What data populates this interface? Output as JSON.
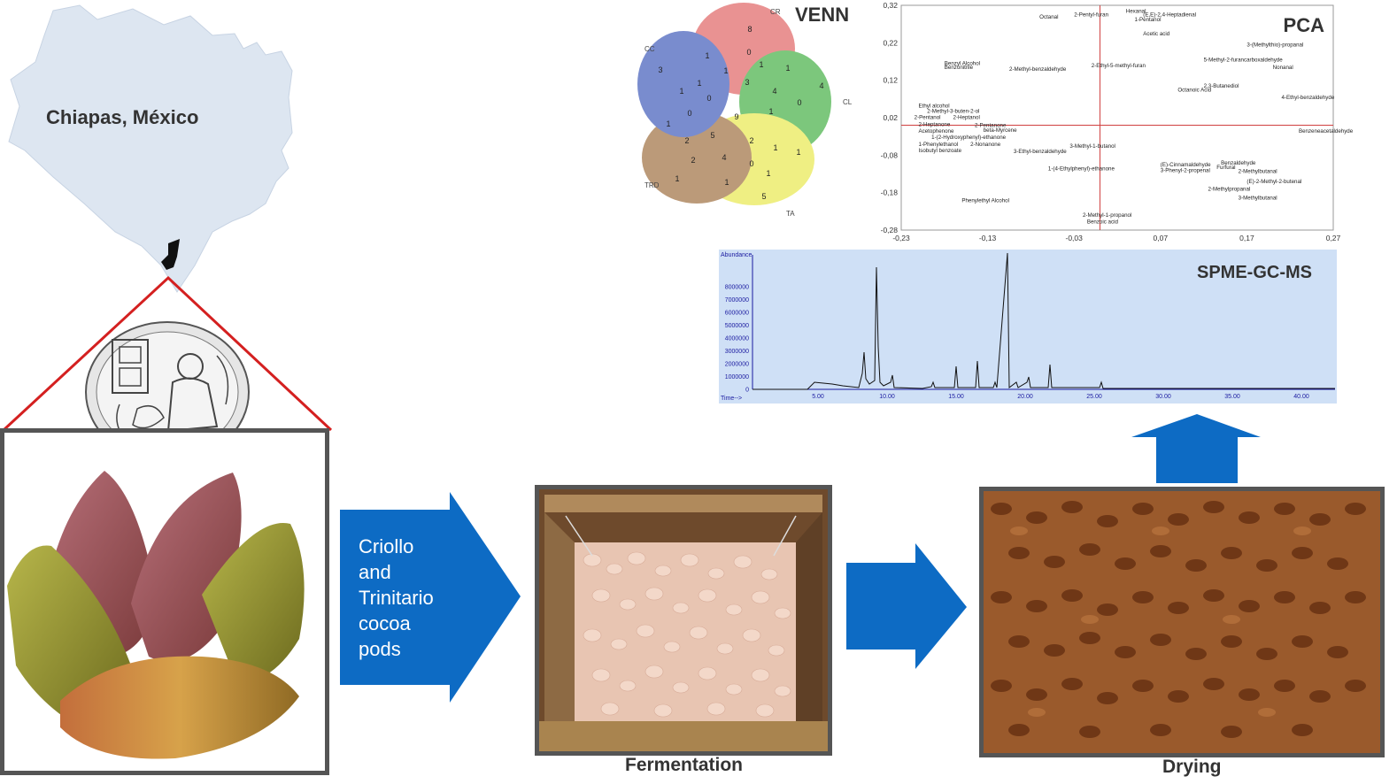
{
  "map": {
    "region_label": "Chiapas, México"
  },
  "flow": {
    "pods_label_lines": [
      "Criollo",
      "and",
      "Trinitario",
      "cocoa",
      "pods"
    ],
    "fermentation_label": "Fermentation",
    "drying_label": "Drying"
  },
  "venn": {
    "title": "VENN",
    "sets": [
      "CR",
      "CL",
      "TA",
      "TRD",
      "CC"
    ],
    "colors": {
      "CR": "#e06060",
      "CL": "#3fae3f",
      "TA": "#e8e84a",
      "TRD": "#9c6b3a",
      "CC": "#3b56b8"
    },
    "counts": [
      "8",
      "4",
      "5",
      "1",
      "3",
      "1",
      "0",
      "1",
      "1",
      "3",
      "4",
      "0",
      "1",
      "1",
      "1",
      "0",
      "9",
      "1",
      "0",
      "1",
      "2",
      "5",
      "2",
      "1",
      "2",
      "4",
      "0",
      "1",
      "1",
      "1"
    ]
  },
  "pca": {
    "title": "PCA",
    "x_ticks": [
      "-0,23",
      "-0,13",
      "-0,03",
      "0,07",
      "0,17",
      "0,27"
    ],
    "y_ticks": [
      "0,32",
      "0,22",
      "0,12",
      "0,02",
      "-0,08",
      "-0,18",
      "-0,28"
    ],
    "points": [
      {
        "label": "Hexanal",
        "x": 0.03,
        "y": 0.3
      },
      {
        "label": "(E,E)-2,4-Heptadienal",
        "x": 0.05,
        "y": 0.29
      },
      {
        "label": "1-Pentanol",
        "x": 0.04,
        "y": 0.277
      },
      {
        "label": "2-Pentyl-furan",
        "x": -0.03,
        "y": 0.29
      },
      {
        "label": "Octanal",
        "x": -0.07,
        "y": 0.284
      },
      {
        "label": "Acetic acid",
        "x": 0.05,
        "y": 0.24
      },
      {
        "label": "3-(Methylthio)-propanal",
        "x": 0.17,
        "y": 0.21
      },
      {
        "label": "5-Methyl-2-furancarboxaldehyde",
        "x": 0.12,
        "y": 0.17
      },
      {
        "label": "Nonanal",
        "x": 0.2,
        "y": 0.15
      },
      {
        "label": "Benzyl Alcohol",
        "x": -0.18,
        "y": 0.16
      },
      {
        "label": "Benzonitrile",
        "x": -0.18,
        "y": 0.15
      },
      {
        "label": "2-Methyl-benzaldehyde",
        "x": -0.105,
        "y": 0.145
      },
      {
        "label": "2-Ethyl-5-methyl-furan",
        "x": -0.01,
        "y": 0.155
      },
      {
        "label": "2,3-Butanediol",
        "x": 0.12,
        "y": 0.1
      },
      {
        "label": "Octanoic Acid",
        "x": 0.09,
        "y": 0.09
      },
      {
        "label": "4-Ethyl-benzaldehyde",
        "x": 0.21,
        "y": 0.07
      },
      {
        "label": "Ethyl alcohol",
        "x": -0.21,
        "y": 0.047
      },
      {
        "label": "2-Methyl-3-buten-2-ol",
        "x": -0.2,
        "y": 0.033
      },
      {
        "label": "2-Pentanol",
        "x": -0.215,
        "y": 0.017
      },
      {
        "label": "2-Heptanol",
        "x": -0.17,
        "y": 0.017
      },
      {
        "label": "2-Heptanone",
        "x": -0.21,
        "y": -0.003
      },
      {
        "label": "2-Pentanone",
        "x": -0.145,
        "y": -0.005
      },
      {
        "label": "Acetophenone",
        "x": -0.21,
        "y": -0.02
      },
      {
        "label": "beta-Myrcene",
        "x": -0.135,
        "y": -0.018
      },
      {
        "label": "1-(2-Hydroxyphenyl)-ethanone",
        "x": -0.195,
        "y": -0.037
      },
      {
        "label": "1-Phenylethanol",
        "x": -0.21,
        "y": -0.055
      },
      {
        "label": "2-Nonanone",
        "x": -0.15,
        "y": -0.055
      },
      {
        "label": "Isobutyl benzoate",
        "x": -0.21,
        "y": -0.072
      },
      {
        "label": "3-Ethyl-benzaldehyde",
        "x": -0.1,
        "y": -0.075
      },
      {
        "label": "3-Methyl-1-butanol",
        "x": -0.035,
        "y": -0.06
      },
      {
        "label": "Benzeneacetaldehyde",
        "x": 0.23,
        "y": -0.02
      },
      {
        "label": "1-(4-Ethylphenyl)-ethanone",
        "x": -0.06,
        "y": -0.12
      },
      {
        "label": "(E)-Cinnamaldehyde",
        "x": 0.07,
        "y": -0.11
      },
      {
        "label": "3-Phenyl-2-propenal",
        "x": 0.07,
        "y": -0.125
      },
      {
        "label": "Benzaldehyde",
        "x": 0.14,
        "y": -0.105
      },
      {
        "label": "Furfural",
        "x": 0.135,
        "y": -0.117
      },
      {
        "label": "2-Methylbutanal",
        "x": 0.16,
        "y": -0.128
      },
      {
        "label": "(E)-2-Methyl-2-butenal",
        "x": 0.17,
        "y": -0.155
      },
      {
        "label": "2-Methylpropanal",
        "x": 0.125,
        "y": -0.175
      },
      {
        "label": "3-Methylbutanal",
        "x": 0.16,
        "y": -0.198
      },
      {
        "label": "Phenylethyl Alcohol",
        "x": -0.16,
        "y": -0.205
      },
      {
        "label": "2-Methyl-1-propanol",
        "x": -0.02,
        "y": -0.245
      },
      {
        "label": "Benzoic acid",
        "x": -0.015,
        "y": -0.262
      }
    ]
  },
  "gcms": {
    "title": "SPME-GC-MS",
    "y_axis_label": "Abundance",
    "x_axis_label": "Time-->",
    "y_ticks": [
      "8000000",
      "7000000",
      "6000000",
      "5000000",
      "4000000",
      "3000000",
      "2000000",
      "1000000",
      "0"
    ],
    "x_ticks": [
      "5.00",
      "10.00",
      "15.00",
      "20.00",
      "25.00",
      "30.00",
      "35.00",
      "40.00"
    ]
  },
  "colors": {
    "arrow_blue": "#0d6bc4",
    "map_fill": "#dde6f1",
    "frame_gray": "#555555",
    "triangle_red": "#d42020",
    "gcms_bg": "#cfe0f6"
  }
}
